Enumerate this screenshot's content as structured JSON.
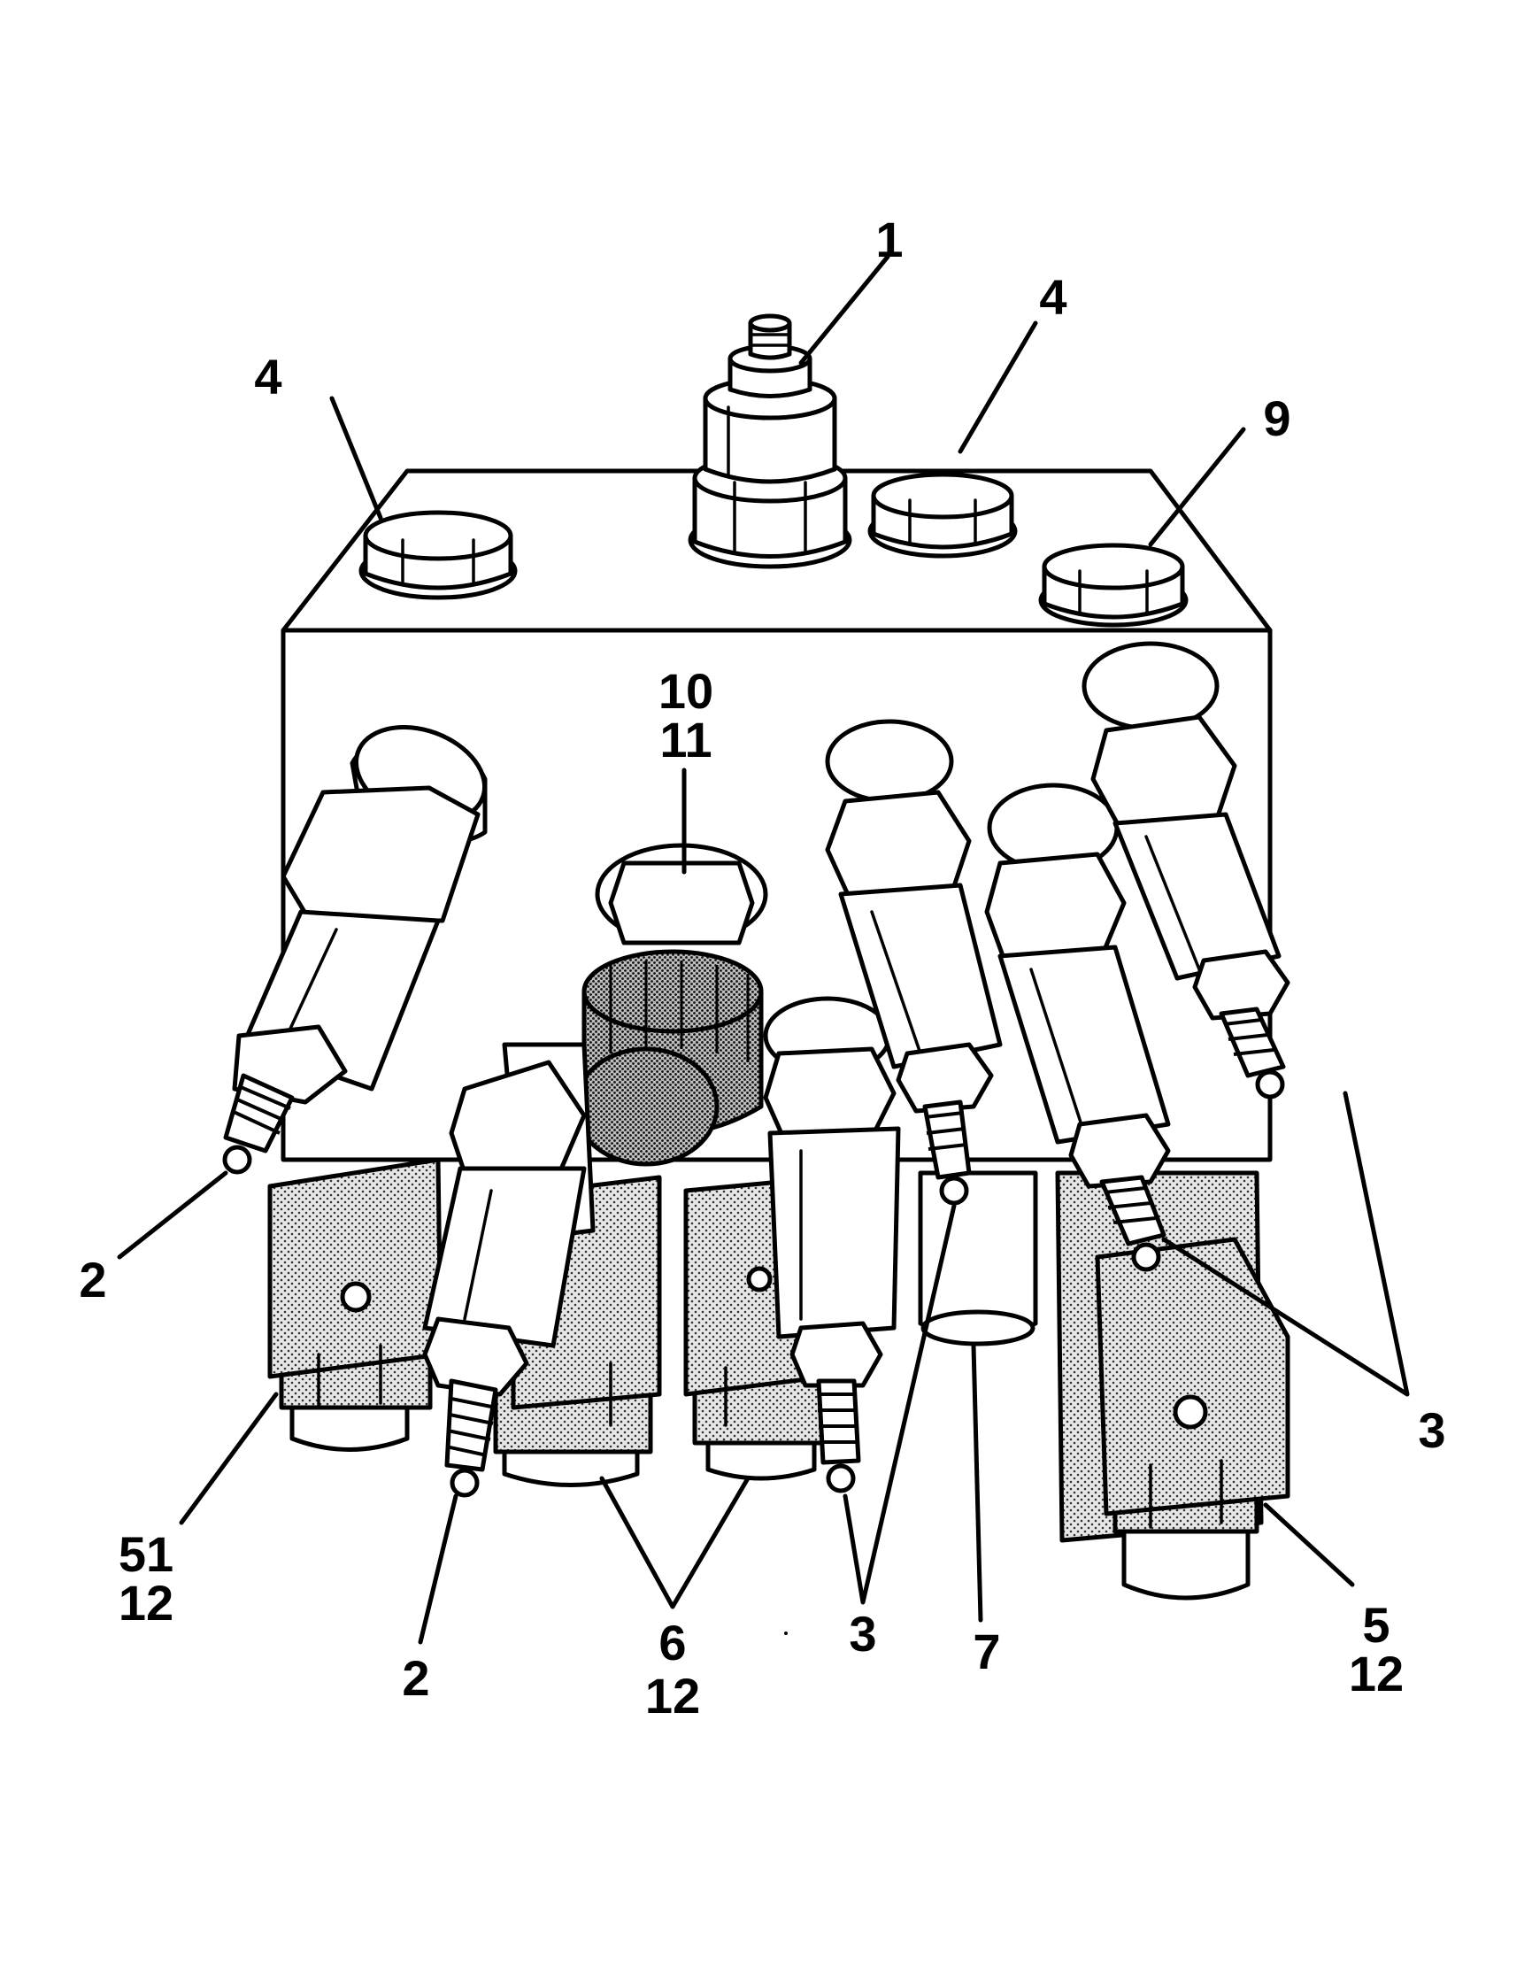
{
  "callouts": {
    "c1": "1",
    "c4_left": "4",
    "c4_right": "4",
    "c9": "9",
    "c10": "10",
    "c11": "11",
    "c2_left": "2",
    "c2_bottom": "2",
    "c51": "51",
    "c12_a": "12",
    "c6": "6",
    "c12_b": "12",
    "c3_bottom": "3",
    "c7": "7",
    "c5": "5",
    "c12_c": "12",
    "c3_right": "3"
  }
}
